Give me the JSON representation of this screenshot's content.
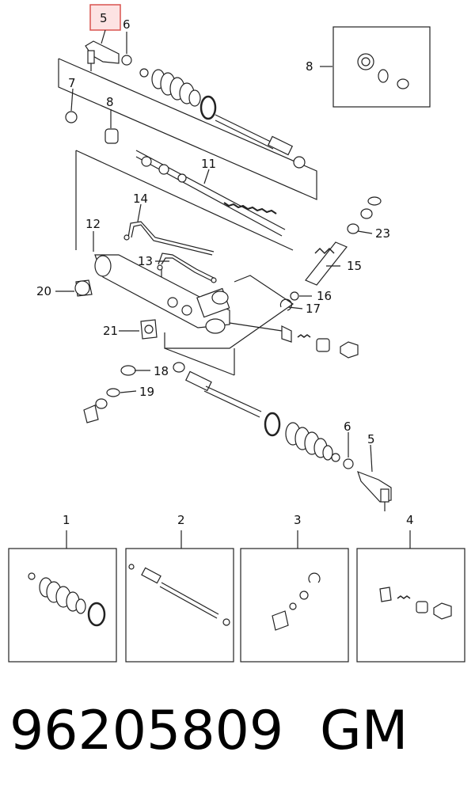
{
  "callouts": {
    "c5_top": "5",
    "c6_top": "6",
    "c7": "7",
    "c8_mid": "8",
    "c8_box": "8",
    "c11": "11",
    "c14": "14",
    "c12": "12",
    "c13": "13",
    "c23": "23",
    "c15": "15",
    "c16": "16",
    "c17": "17",
    "c20": "20",
    "c21": "21",
    "c18": "18",
    "c19": "19",
    "c6_bot": "6",
    "c5_bot": "5"
  },
  "kits": [
    {
      "label": "1"
    },
    {
      "label": "2"
    },
    {
      "label": "3"
    },
    {
      "label": "4"
    }
  ],
  "highlight_color": "#d9534f",
  "footer": {
    "part_number": "96205809",
    "brand": "GM"
  }
}
